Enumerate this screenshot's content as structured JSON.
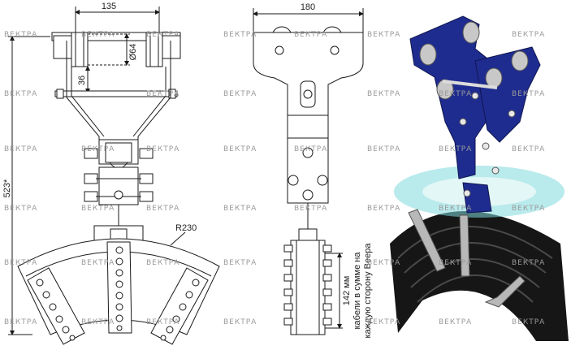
{
  "dimensions": {
    "front_width": "135",
    "side_width": "180",
    "roller_diameter": "Ø64",
    "bolt_offset": "36",
    "total_height": "523*",
    "radius": "R230"
  },
  "notes": {
    "cable_line1": "142 мм",
    "cable_line2": "кабели в сумме на",
    "cable_line3": "каждую сторону Веера"
  },
  "watermark": "ВЕКТРА",
  "colors": {
    "frame": "#1f2c8f",
    "frame_dark": "#0f1650",
    "ring": "#7fd9dc",
    "line": "#1a1a1a"
  }
}
